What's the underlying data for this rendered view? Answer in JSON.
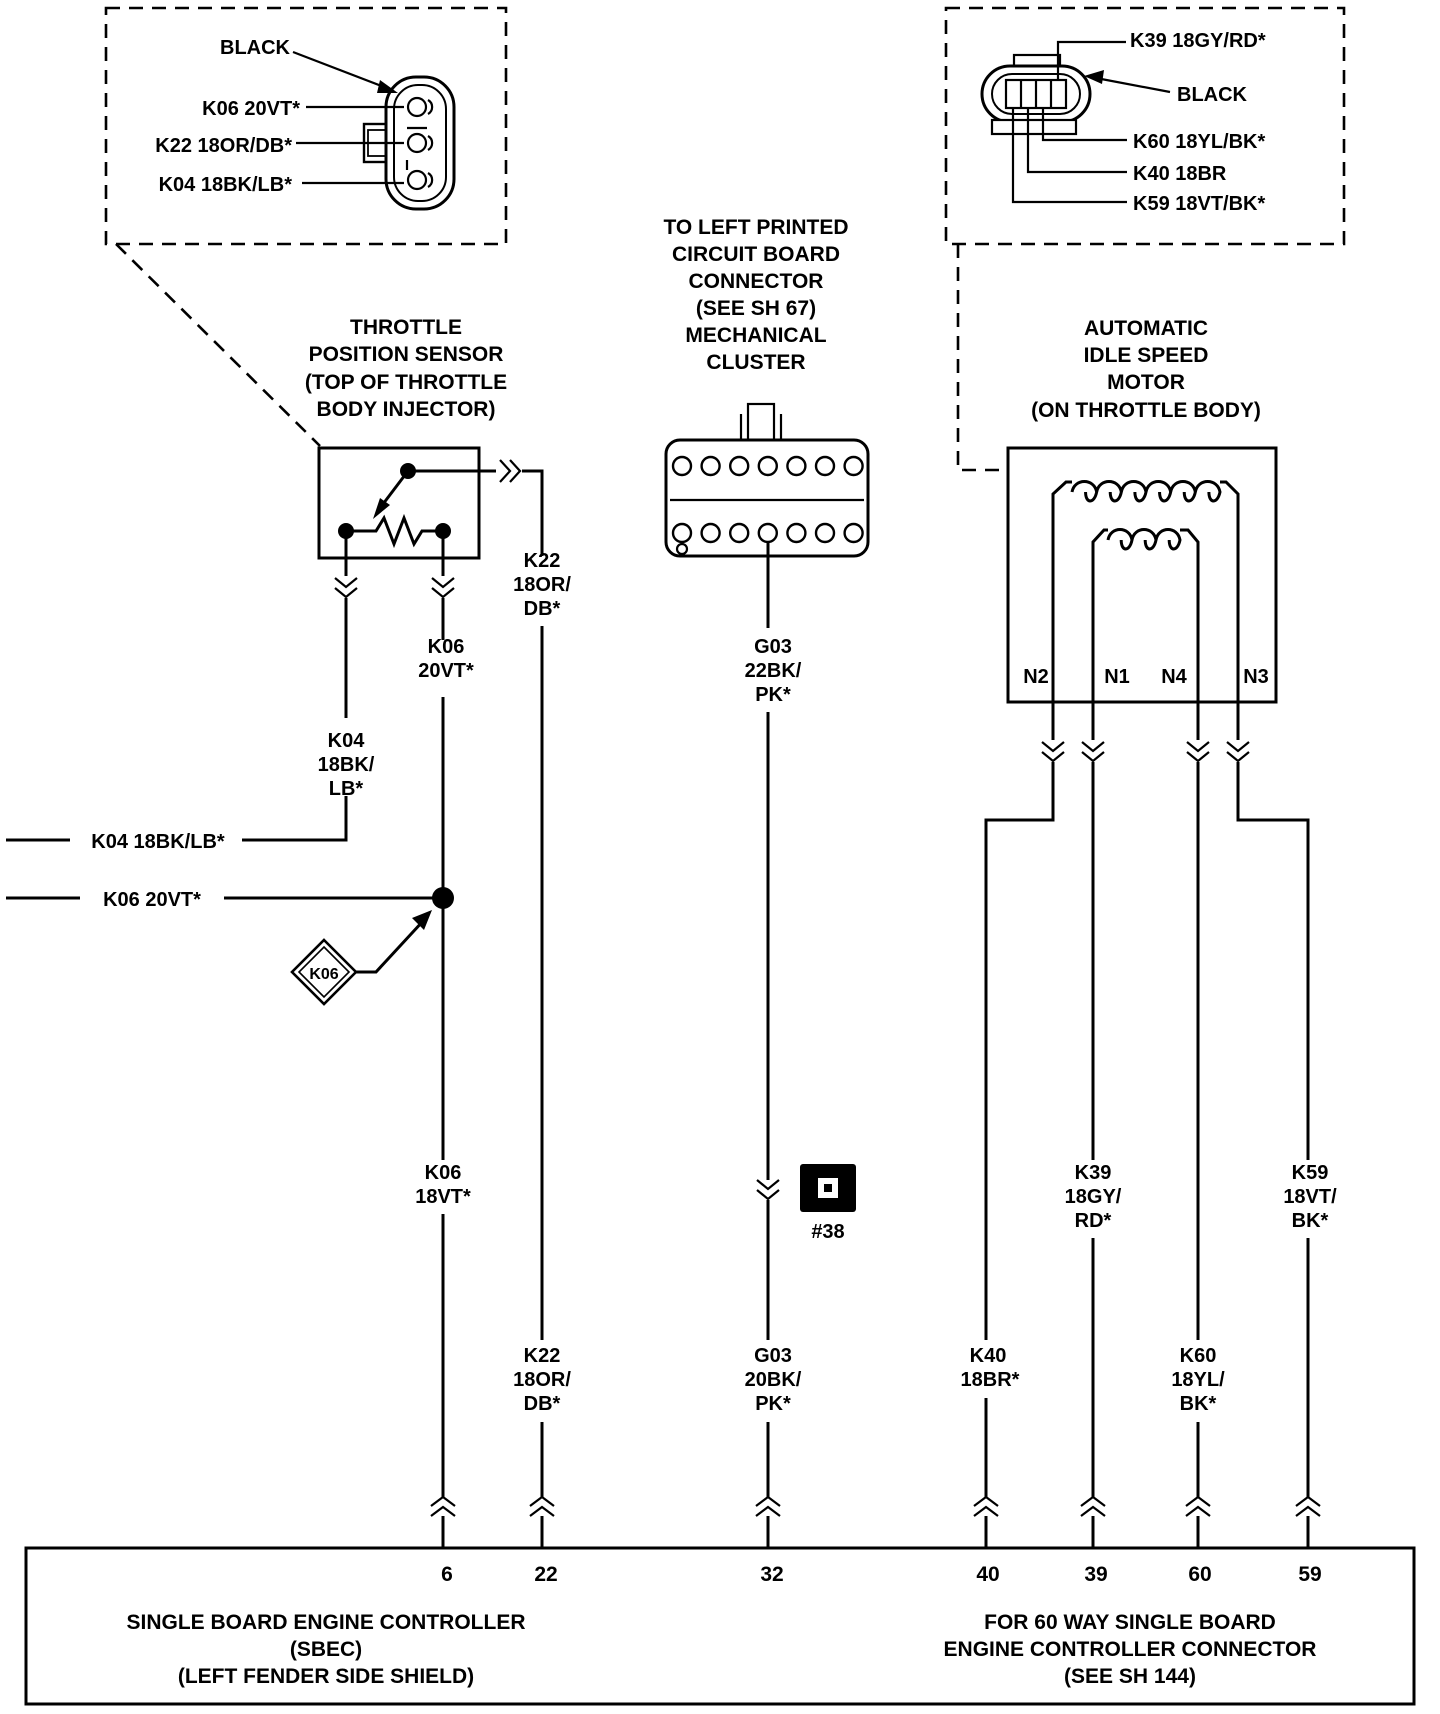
{
  "tps_inset": {
    "black": "BLACK",
    "pin_a": "K06 20VT*",
    "pin_b": "K22 18OR/DB*",
    "pin_c": "K04 18BK/LB*"
  },
  "aism_inset": {
    "pin_top": "K39 18GY/RD*",
    "black": "BLACK",
    "pin_2": "K60 18YL/BK*",
    "pin_3": "K40 18BR",
    "pin_4": "K59 18VT/BK*"
  },
  "tps": {
    "title": [
      "THROTTLE",
      "POSITION SENSOR",
      "(TOP OF THROTTLE",
      "BODY INJECTOR)"
    ]
  },
  "cluster": {
    "title": [
      "TO LEFT PRINTED",
      "CIRCUIT BOARD",
      "CONNECTOR",
      "(SEE SH 67)",
      "MECHANICAL",
      "CLUSTER"
    ]
  },
  "aism": {
    "title": [
      "AUTOMATIC",
      "IDLE SPEED",
      "MOTOR",
      "(ON THROTTLE BODY)"
    ],
    "terminals": [
      "N2",
      "N1",
      "N4",
      "N3"
    ]
  },
  "wires": {
    "k04_upper": [
      "K04",
      "18BK/",
      "LB*"
    ],
    "k06_upper": [
      "K06",
      "20VT*"
    ],
    "k22_upper": [
      "K22",
      "18OR/",
      "DB*"
    ],
    "g03_upper": [
      "G03",
      "22BK/",
      "PK*"
    ],
    "k04_left": "K04 18BK/LB*",
    "k06_left": "K06 20VT*",
    "splice": "K06",
    "k06_lower": [
      "K06",
      "18VT*"
    ],
    "ground_ref": "#38",
    "k39": [
      "K39",
      "18GY/",
      "RD*"
    ],
    "k59": [
      "K59",
      "18VT/",
      "BK*"
    ],
    "k22_lower": [
      "K22",
      "18OR/",
      "DB*"
    ],
    "g03_lower": [
      "G03",
      "20BK/",
      "PK*"
    ],
    "k40": [
      "K40",
      "18BR*"
    ],
    "k60": [
      "K60",
      "18YL/",
      "BK*"
    ]
  },
  "sbec": {
    "pins": [
      "6",
      "22",
      "32",
      "40",
      "39",
      "60",
      "59"
    ],
    "left_title": [
      "SINGLE BOARD ENGINE CONTROLLER",
      "(SBEC)",
      "(LEFT FENDER SIDE SHIELD)"
    ],
    "right_title": [
      "FOR 60 WAY SINGLE BOARD",
      "ENGINE CONTROLLER CONNECTOR",
      "(SEE SH 144)"
    ]
  }
}
